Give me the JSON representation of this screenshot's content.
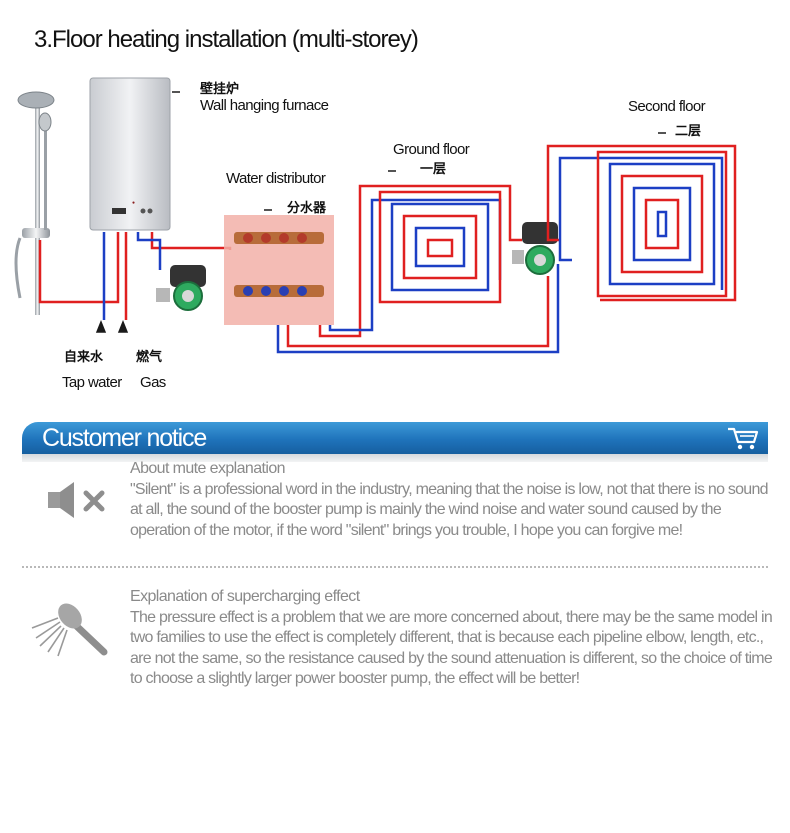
{
  "title": "3.Floor heating installation (multi-storey)",
  "diagram": {
    "furnace_cn": "壁挂炉",
    "furnace_en": "Wall hanging furnace",
    "distributor_en": "Water distributor",
    "distributor_cn": "分水器",
    "ground_floor_en": "Ground floor",
    "ground_floor_cn": "一层",
    "second_floor_en": "Second floor",
    "second_floor_cn": "二层",
    "tap_water_cn": "自来水",
    "gas_cn": "燃气",
    "tap_water_en": "Tap water",
    "gas_en": "Gas",
    "colors": {
      "hot": "#e02020",
      "cold": "#1c3fc4"
    }
  },
  "notice": {
    "banner_title": "Customer notice",
    "cart_icon": "shopping-cart-icon",
    "items": [
      {
        "icon": "speaker-mute-icon",
        "heading": "About mute explanation",
        "body": "\"Silent\" is a professional word in the industry, meaning that the noise is low, not that there is no sound at all, the sound of the booster pump is mainly the wind noise and water sound caused by the operation of the motor, if the word \"silent\" brings you trouble, I hope you can forgive me!"
      },
      {
        "icon": "shower-head-icon",
        "heading": "Explanation of supercharging effect",
        "body": "The pressure effect is a problem that we are more concerned about, there may be the same model in two families to use the effect is completely different, that is because each pipeline elbow, length, etc., are not the same, so the resistance caused by the sound attenuation is different, so the choice of time to choose a slightly larger power booster pump, the effect will be better!"
      }
    ]
  }
}
